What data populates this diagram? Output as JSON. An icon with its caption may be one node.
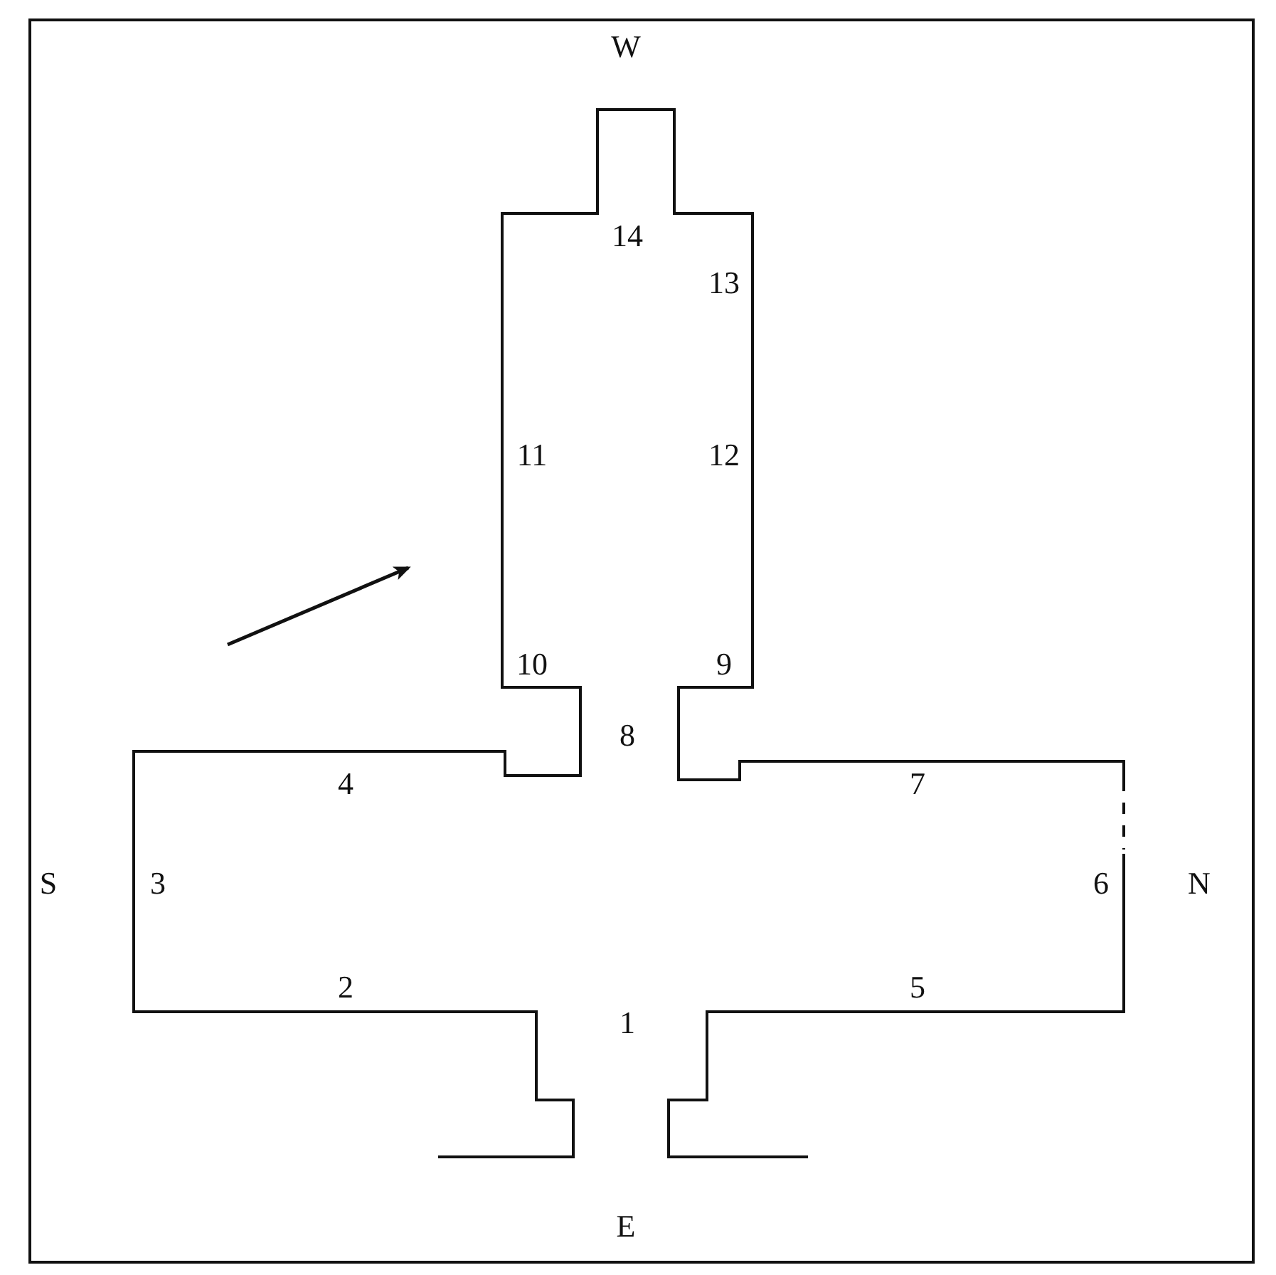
{
  "diagram": {
    "labels": [
      "W",
      "14",
      "13",
      "11",
      "12",
      "10",
      "9",
      "8",
      "4",
      "7",
      "S",
      "3",
      "6",
      "N",
      "2",
      "5",
      "1",
      "E"
    ]
  }
}
